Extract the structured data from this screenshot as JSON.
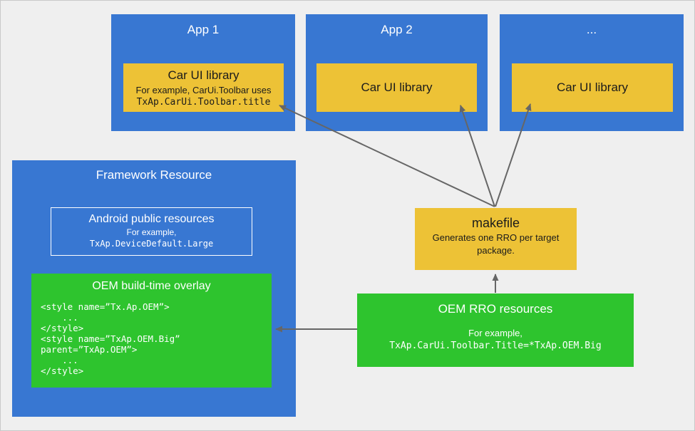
{
  "colors": {
    "background": "#efefef",
    "blue": "#3877d2",
    "yellow": "#edc236",
    "green": "#2ec42e",
    "arrow": "#666666",
    "ink": "#1b1b1b",
    "white": "#ffffff"
  },
  "apps": [
    {
      "title": "App 1",
      "library": {
        "title": "Car UI library",
        "example_line1": "For example, CarUi.Toolbar uses",
        "example_line2": "TxAp.CarUi.Toolbar.title"
      }
    },
    {
      "title": "App 2",
      "library": {
        "title": "Car UI library"
      }
    },
    {
      "title": "...",
      "library": {
        "title": "Car UI library"
      }
    }
  ],
  "framework": {
    "title": "Framework Resource",
    "android_public": {
      "title": "Android public resources",
      "example_label": "For example,",
      "example_code": "TxAp.DeviceDefault.Large"
    },
    "oem_overlay": {
      "title": "OEM build-time overlay",
      "code_lines": [
        "<style name=”Tx.Ap.OEM”>",
        "    ...",
        "</style>",
        "<style name=”TxAp.OEM.Big”",
        "parent=”TxAp.OEM”>",
        "    ...",
        "</style>"
      ]
    }
  },
  "makefile": {
    "title": "makefile",
    "description": "Generates one RRO per target package."
  },
  "oem_rro": {
    "title": "OEM RRO resources",
    "example_label": "For example,",
    "example_code": "TxAp.CarUi.Toolbar.Title=*TxAp.OEM.Big"
  }
}
